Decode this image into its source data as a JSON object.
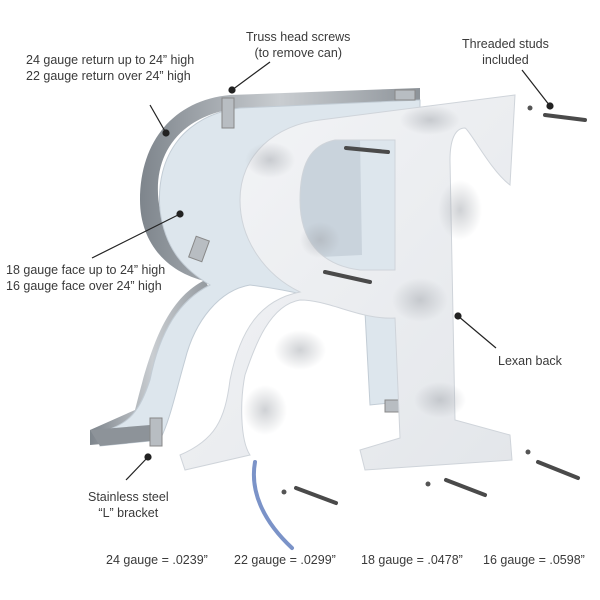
{
  "labels": {
    "return": [
      "24 gauge return up to 24” high",
      "22 gauge return over 24” high"
    ],
    "screws": [
      "Truss head screws",
      "(to remove can)"
    ],
    "studs": [
      "Threaded studs",
      "included"
    ],
    "face": [
      "18 gauge face up to 24” high",
      "16 gauge face over 24” high"
    ],
    "lexan": "Lexan back",
    "bracket": [
      "Stainless steel",
      "“L” bracket"
    ]
  },
  "gauges": [
    "24 gauge = .0239”",
    "22 gauge = .0299”",
    "18 gauge = .0478”",
    "16 gauge = .0598”"
  ],
  "colors": {
    "metal_return": "#9ea3a8",
    "face_inner": "#dde6ed",
    "lexan_back": "#eef0f3",
    "stud": "#4a4a4a",
    "wire": "#7b93c8"
  }
}
